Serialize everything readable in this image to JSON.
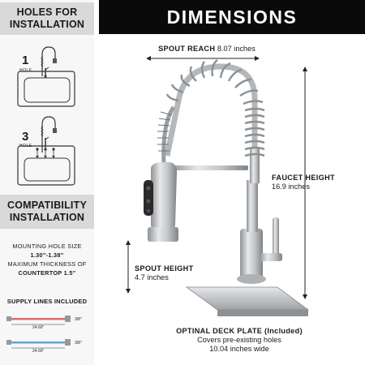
{
  "left_panel": {
    "holes_header_line1": "HOLES FOR",
    "holes_header_line2": "INSTALLATION",
    "one_hole_number": "1",
    "one_hole_label": "HOLE",
    "three_hole_number": "3",
    "three_hole_label": "HOLE",
    "compat_header_line1": "COMPATIBILITY",
    "compat_header_line2": "INSTALLATION",
    "mounting_line1": "MOUNTING HOLE SIZE",
    "mounting_line2": "1.30\"-1.38\"",
    "thickness_line1": "MAXIMUM THICKNESS OF",
    "thickness_line2": "COUNTERTOP 1.5\"",
    "supply_title": "SUPPLY LINES INCLUDED",
    "supply_hot_size": "3/8\"",
    "supply_hot_length": "24.60\"",
    "supply_cold_size": "3/8\"",
    "supply_cold_length": "24.60\""
  },
  "dimensions": {
    "title": "DIMENSIONS",
    "spout_reach_label": "SPOUT REACH",
    "spout_reach_value": "8.07 inches",
    "faucet_height_label": "FAUCET HEIGHT",
    "faucet_height_value": "16.9 inches",
    "spout_height_label": "SPOUT HEIGHT",
    "spout_height_value": "4.7 inches",
    "deck_plate_label": "OPTINAL DECK PLATE (Included)",
    "deck_plate_line2": "Covers pre-existing holes",
    "deck_plate_line3": "10.04 inches wide"
  },
  "colors": {
    "header_black": "#0a0a0a",
    "panel_gray": "#d9d9d9",
    "hot_line": "#e06a6a",
    "cold_line": "#5aa9d6",
    "steel": "#b9bcbf"
  }
}
